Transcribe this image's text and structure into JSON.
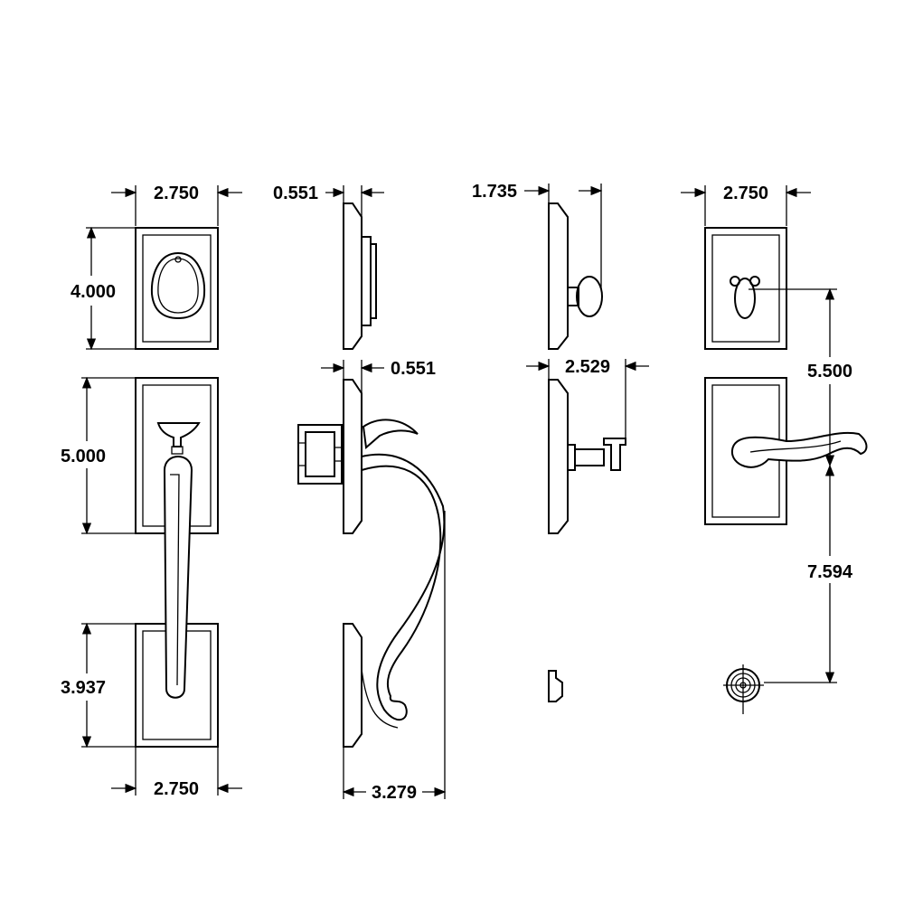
{
  "drawing": {
    "dimensions": {
      "deadbolt_plate_width": "2.750",
      "deadbolt_projection": "0.551",
      "knob_projection": "1.735",
      "interior_plate_width": "2.750",
      "deadbolt_plate_height": "4.000",
      "handle_plate_height": "5.000",
      "handle_plate_projection": "0.551",
      "lever_projection": "2.529",
      "deadbolt_to_lever": "5.500",
      "lever_to_roller": "7.594",
      "bottom_plate_height": "3.937",
      "bottom_plate_width": "2.750",
      "handle_projection": "3.279"
    },
    "colors": {
      "line": "#000000",
      "background": "#ffffff"
    }
  }
}
